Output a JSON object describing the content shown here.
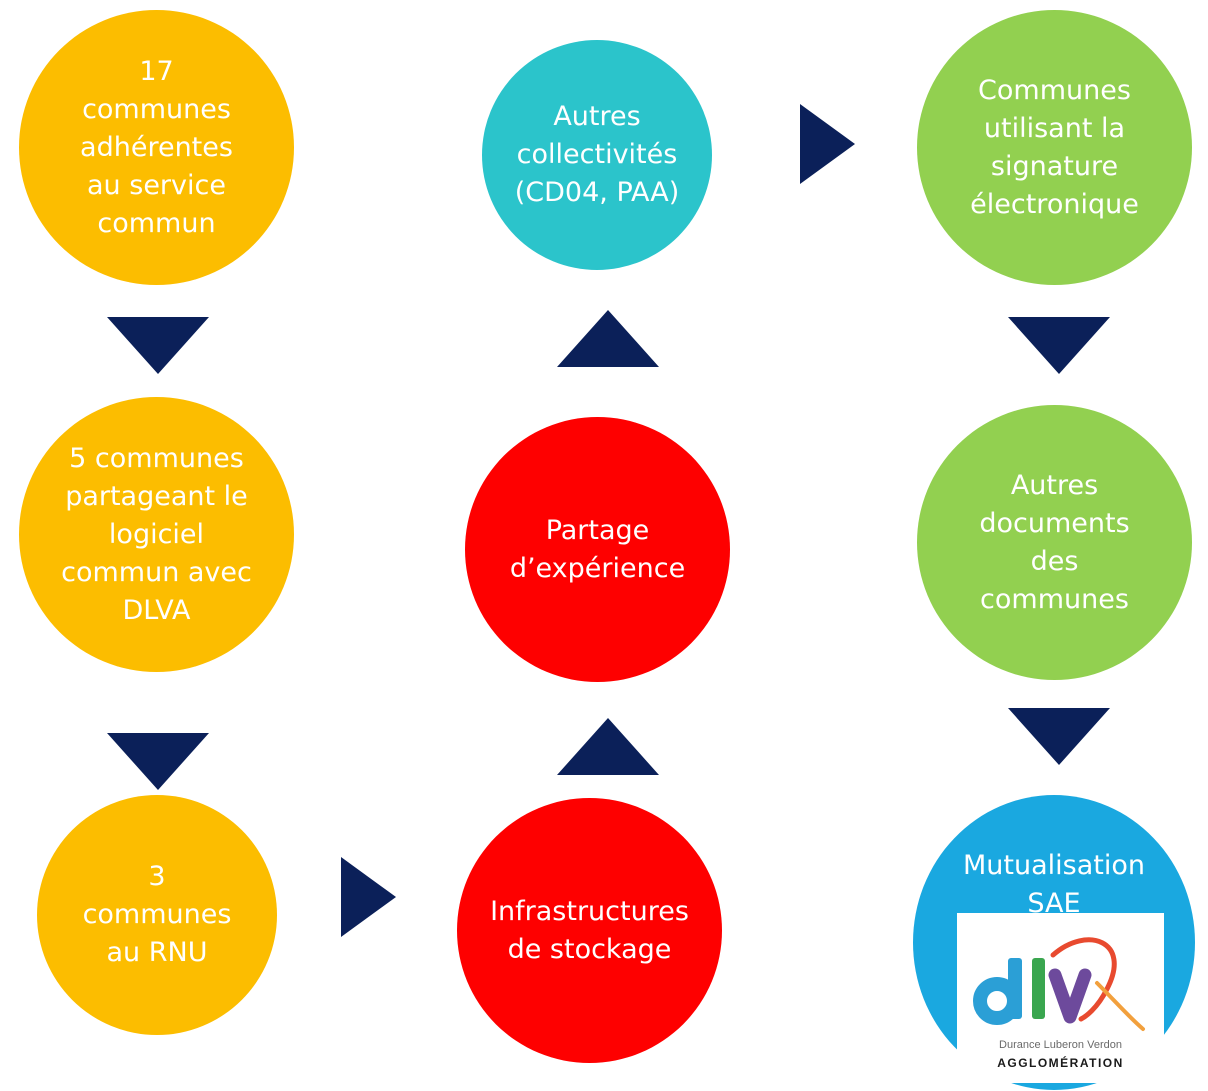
{
  "colors": {
    "orange": "#fcbd00",
    "red": "#fe0000",
    "teal": "#2bc4cb",
    "green": "#92d050",
    "blue": "#1aa8e0",
    "arrow": "#0b2059"
  },
  "nodes": [
    {
      "id": "communes-adherentes",
      "text": "17\ncommunes\nadhérentes\nau service\ncommun",
      "color": "orange"
    },
    {
      "id": "communes-logiciel",
      "text": "5 communes\npartageant le\nlogiciel\ncommun avec\nDLVA",
      "color": "orange"
    },
    {
      "id": "communes-rnu",
      "text": "3\ncommunes\nau RNU",
      "color": "orange"
    },
    {
      "id": "infrastructures",
      "text": "Infrastructures\nde stockage",
      "color": "red"
    },
    {
      "id": "partage",
      "text": "Partage\nd’expérience",
      "color": "red"
    },
    {
      "id": "autres-collectivites",
      "text": "Autres\ncollectivités\n(CD04, PAA)",
      "color": "teal"
    },
    {
      "id": "signature",
      "text": "Communes\nutilisant la\nsignature\nélectronique",
      "color": "green"
    },
    {
      "id": "autres-documents",
      "text": "Autres\ndocuments\ndes\ncommunes",
      "color": "green"
    },
    {
      "id": "mutualisation",
      "text": "Mutualisation\nSAE",
      "color": "blue"
    }
  ],
  "arrows": [
    {
      "from": "communes-adherentes",
      "to": "communes-logiciel",
      "direction": "down"
    },
    {
      "from": "communes-logiciel",
      "to": "communes-rnu",
      "direction": "down"
    },
    {
      "from": "communes-rnu",
      "to": "infrastructures",
      "direction": "right"
    },
    {
      "from": "infrastructures",
      "to": "partage",
      "direction": "up"
    },
    {
      "from": "partage",
      "to": "autres-collectivites",
      "direction": "up"
    },
    {
      "from": "autres-collectivites",
      "to": "signature",
      "direction": "right"
    },
    {
      "from": "signature",
      "to": "autres-documents",
      "direction": "down"
    },
    {
      "from": "autres-documents",
      "to": "mutualisation",
      "direction": "down"
    }
  ],
  "logo": {
    "wordmark": "dlva",
    "name": "Durance Luberon Verdon",
    "subtitle": "AGGLOMÉRATION",
    "colors": {
      "d": "#2b9fd6",
      "l": "#3aa64f",
      "v": "#6d4a9c",
      "swoosh": "#e84a2f"
    }
  }
}
